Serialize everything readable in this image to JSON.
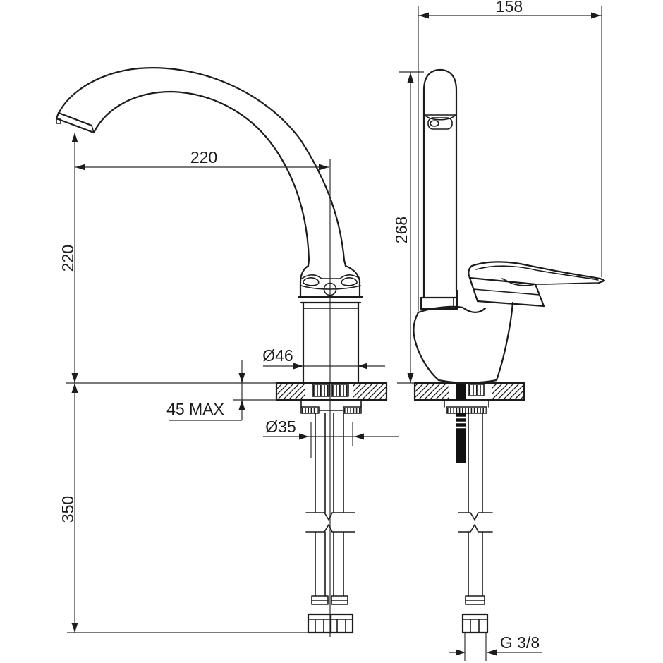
{
  "drawing": {
    "subject": "Kitchen sink mixer tap - dimensional technical drawing, front and side elevations",
    "colors": {
      "background": "#ffffff",
      "line": "#1c1c1c",
      "solid_fill": "#111111"
    },
    "dimensions": {
      "spout_reach": "220",
      "outlet_height": "220",
      "depth": "158",
      "body_height": "268",
      "hose_length": "350",
      "body_diameter": "Ø46",
      "hole_diameter": "Ø35",
      "deck_thickness": "45 MAX",
      "thread": "G 3/8"
    }
  }
}
